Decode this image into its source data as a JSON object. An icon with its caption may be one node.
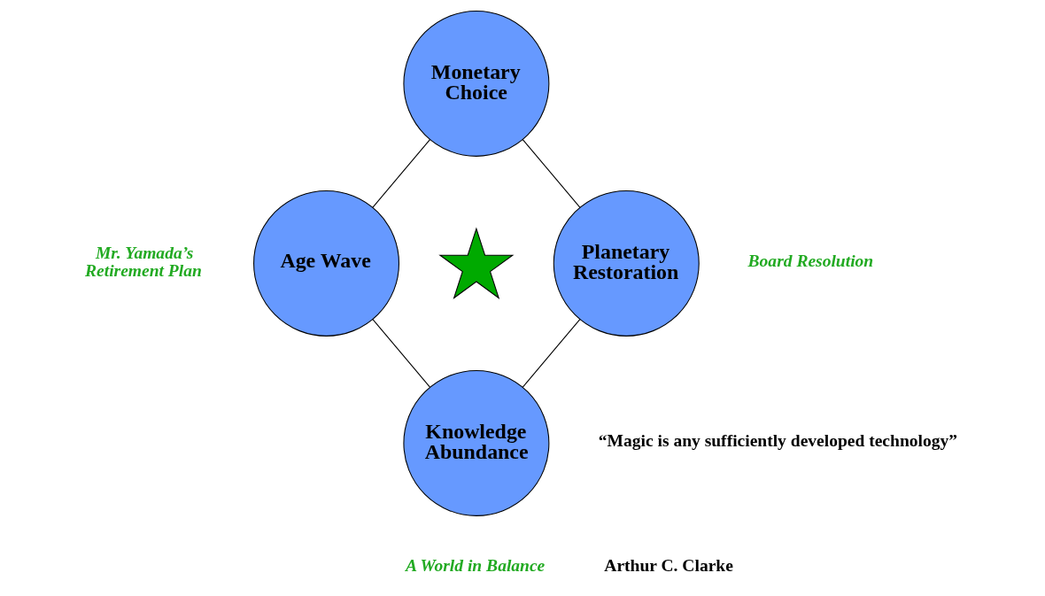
{
  "diagram": {
    "nodes": [
      {
        "text": [
          "Monetary Choice"
        ]
      },
      {
        "text": [
          "Age Wave"
        ]
      },
      {
        "text": [],
        "shape": "star"
      },
      {
        "text": [
          "Planetary Restoration"
        ]
      },
      {
        "text": [
          "Knowledge Abundance"
        ]
      }
    ],
    "edges": [
      {
        "from": 0,
        "to": 3,
        "arrow": "none"
      },
      {
        "from": 3,
        "to": 4,
        "arrow": "none"
      },
      {
        "from": 4,
        "to": 1,
        "arrow": "none"
      },
      {
        "from": 1,
        "to": 0,
        "arrow": "none"
      }
    ],
    "labels": [
      "Mr. Yamada’s Retirement Plan",
      "Board Resolution",
      "“Magic is any sufficiently developed technology”",
      "Arthur C. Clarke",
      "A World in Balance"
    ]
  }
}
